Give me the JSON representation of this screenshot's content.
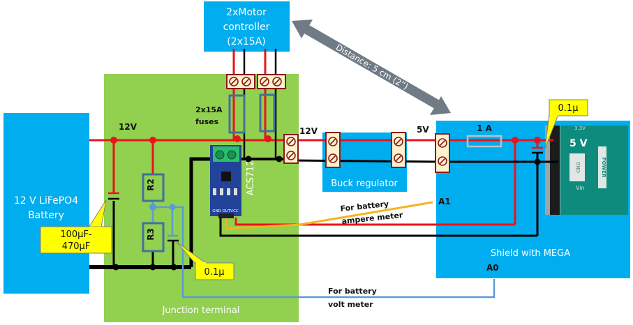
{
  "blocks": {
    "battery": {
      "line1": "12 V LiFePO4",
      "line2": "Battery"
    },
    "motor_controller": {
      "line1": "2xMotor",
      "line2": "controller",
      "line3": "(2x15A)"
    },
    "junction": {
      "label": "Junction terminal"
    },
    "buck": {
      "label": "Buck regulator"
    },
    "shield": {
      "label": "Shield with MEGA"
    },
    "sensor": {
      "label": "ACS712",
      "pins": "GND OUTVCC"
    }
  },
  "labels": {
    "v12_left": "12V",
    "v12_right": "12V",
    "v5": "5V",
    "fuses_line1": "2x15A",
    "fuses_line2": "fuses",
    "fuse_1a": "1 A",
    "r2": "R2",
    "r3": "R3",
    "pin_a1": "A1",
    "pin_a0": "A0",
    "ampere_line1": "For battery",
    "ampere_line2": "ampere meter",
    "volt_line1": "For battery",
    "volt_line2": "volt meter",
    "distance": "Distance: 5 cm (2”)",
    "board_5v": "5 V",
    "board_gnd": "GND",
    "board_power": "POWER",
    "board_vin": "Vin",
    "board_33v": "3.3V"
  },
  "callouts": {
    "bulk_cap_line1": "100µF-",
    "bulk_cap_line2": "470µF",
    "divider_cap": "0.1µ",
    "board_cap": "0.1µ"
  },
  "colors": {
    "block_blue": "#00adef",
    "junction_green": "#92d050",
    "wire_red": "#e8141c",
    "wire_black": "#000000",
    "wire_yellow": "#f5b41e",
    "wire_blue": "#5b9bd5",
    "callout_yellow": "#ffff00",
    "terminal_fill": "#fdf2cc",
    "terminal_border": "#8b1a1a",
    "arrow_gray": "#707b86",
    "component_border": "#41719c"
  }
}
